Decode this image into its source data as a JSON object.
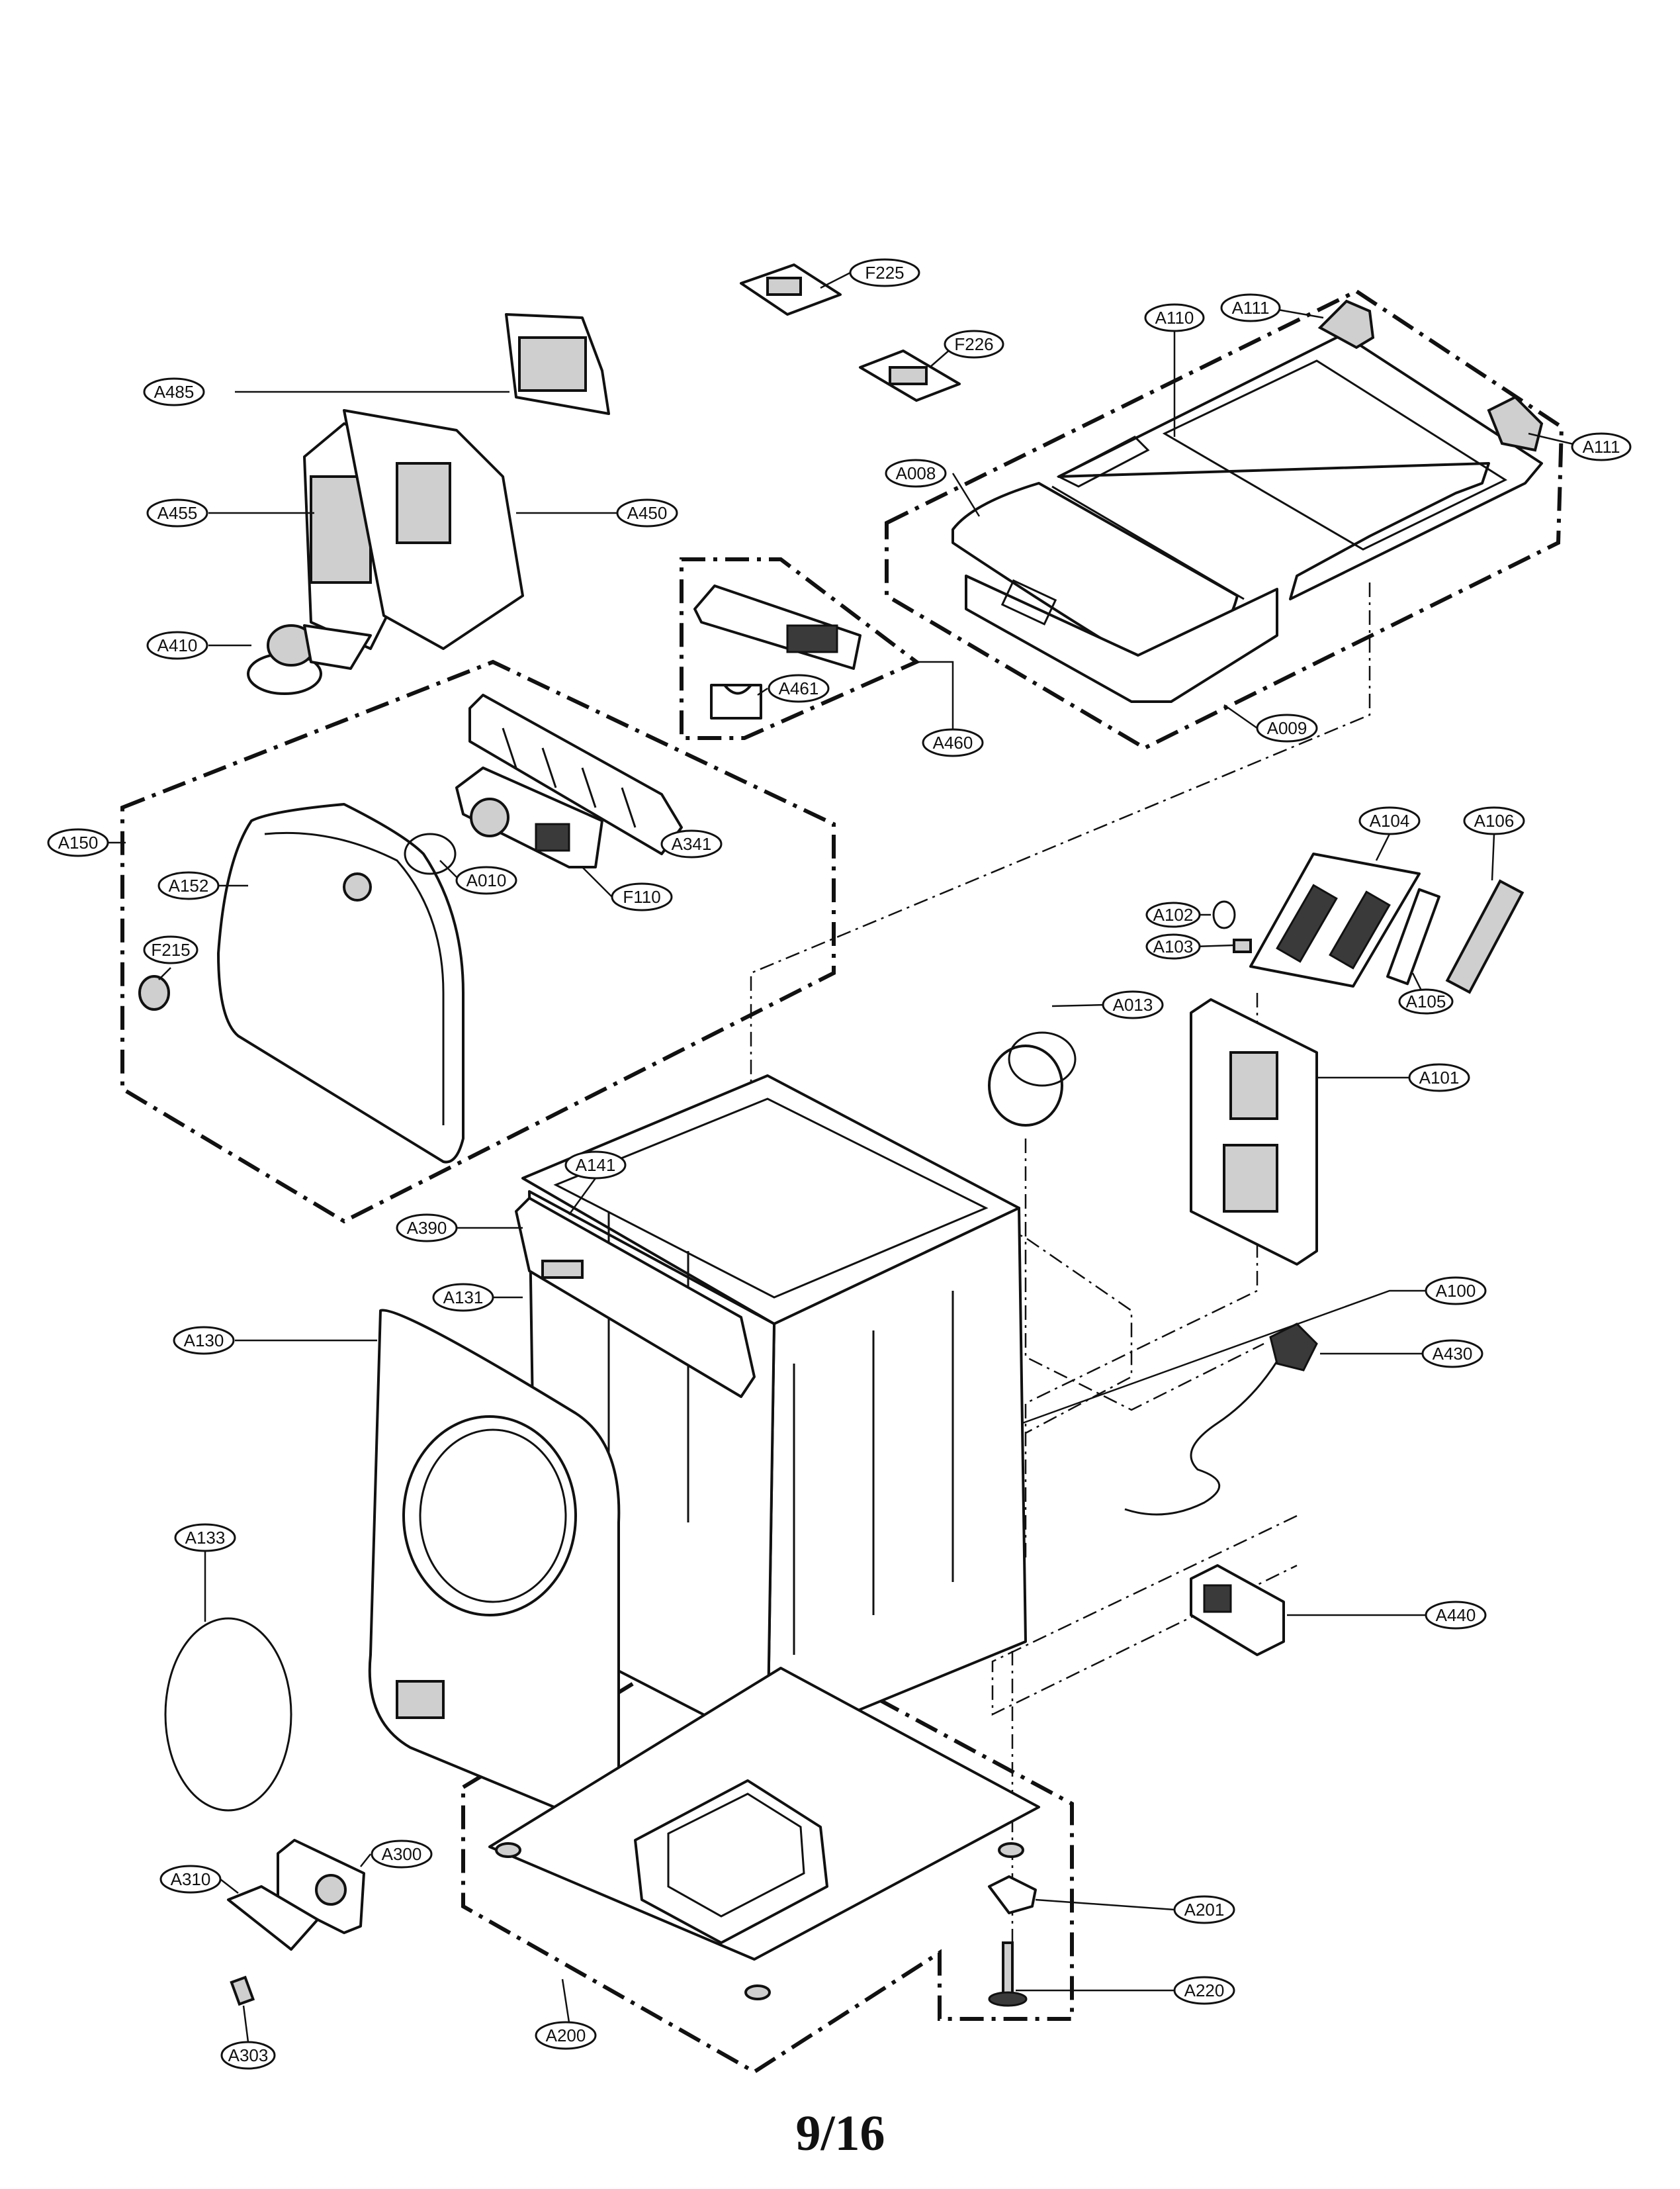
{
  "page": {
    "number": "9/16"
  },
  "callouts": [
    "F225",
    "F226",
    "A110",
    "A111",
    "A111",
    "A485",
    "A455",
    "A450",
    "A008",
    "A410",
    "A461",
    "A460",
    "A009",
    "A150",
    "A341",
    "A152",
    "A010",
    "F110",
    "A104",
    "A106",
    "A102",
    "A103",
    "F215",
    "A013",
    "A105",
    "A101",
    "A141",
    "A390",
    "A131",
    "A100",
    "A130",
    "A430",
    "A133",
    "A440",
    "A300",
    "A310",
    "A201",
    "A303",
    "A200",
    "A220"
  ]
}
